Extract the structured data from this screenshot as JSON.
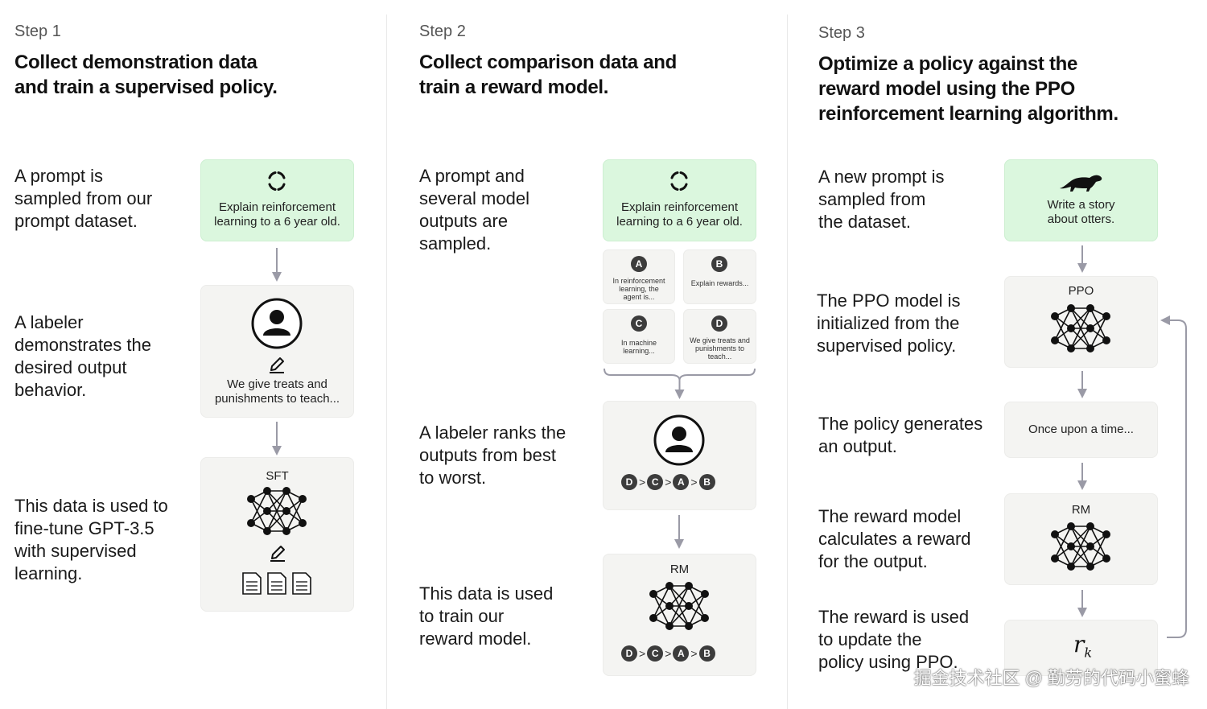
{
  "steps": [
    {
      "label": "Step 1",
      "title": [
        "Collect demonstration data",
        "and train a supervised policy."
      ],
      "descriptions": [
        [
          "A prompt is",
          "sampled from our",
          "prompt dataset."
        ],
        [
          "A labeler",
          "demonstrates the",
          "desired output",
          "behavior."
        ],
        [
          "This data is used to",
          "fine-tune GPT-3.5",
          "with supervised",
          "learning."
        ]
      ],
      "prompt_text": [
        "Explain reinforcement",
        "learning to a 6 year old."
      ],
      "demo_text": [
        "We give treats and",
        "punishments to teach..."
      ],
      "model_label": "SFT"
    },
    {
      "label": "Step 2",
      "title": [
        "Collect comparison data and",
        "train a reward model."
      ],
      "descriptions": [
        [
          "A prompt and",
          "several model",
          "outputs are",
          "sampled."
        ],
        [
          "A labeler ranks the",
          "outputs from best",
          "to worst."
        ],
        [
          "This data is used",
          "to train our",
          "reward model."
        ]
      ],
      "prompt_text": [
        "Explain reinforcement",
        "learning to a 6 year old."
      ],
      "outputs": [
        {
          "letter": "A",
          "text": [
            "In reinforcement",
            "learning, the",
            "agent is..."
          ]
        },
        {
          "letter": "B",
          "text": [
            "Explain rewards..."
          ]
        },
        {
          "letter": "C",
          "text": [
            "In machine",
            "learning..."
          ]
        },
        {
          "letter": "D",
          "text": [
            "We give treats and",
            "punishments to",
            "teach..."
          ]
        }
      ],
      "ranking": [
        "D",
        "C",
        "A",
        "B"
      ],
      "rank_separator": ">",
      "model_label": "RM"
    },
    {
      "label": "Step 3",
      "title": [
        "Optimize a policy against the",
        "reward model using the PPO",
        "reinforcement learning algorithm."
      ],
      "descriptions": [
        [
          "A new prompt is",
          "sampled from",
          "the dataset."
        ],
        [
          "The PPO model is",
          "initialized from the",
          "supervised policy."
        ],
        [
          "The policy generates",
          "an output."
        ],
        [
          "The reward model",
          "calculates a reward",
          "for the output."
        ],
        [
          "The reward is used",
          "to update the",
          "policy using PPO."
        ]
      ],
      "prompt_text": [
        "Write a story",
        "about otters."
      ],
      "ppo_label": "PPO",
      "output_text": "Once upon a time...",
      "rm_label": "RM",
      "reward_symbol": "r",
      "reward_subscript": "k"
    }
  ],
  "watermark": "掘金技术社区 @ 勤劳的代码小蜜蜂",
  "colors": {
    "prompt_card": "#dbf7de",
    "card": "#f4f4f2",
    "arrow": "#9a9aa6",
    "badge": "#3c3c3c"
  }
}
